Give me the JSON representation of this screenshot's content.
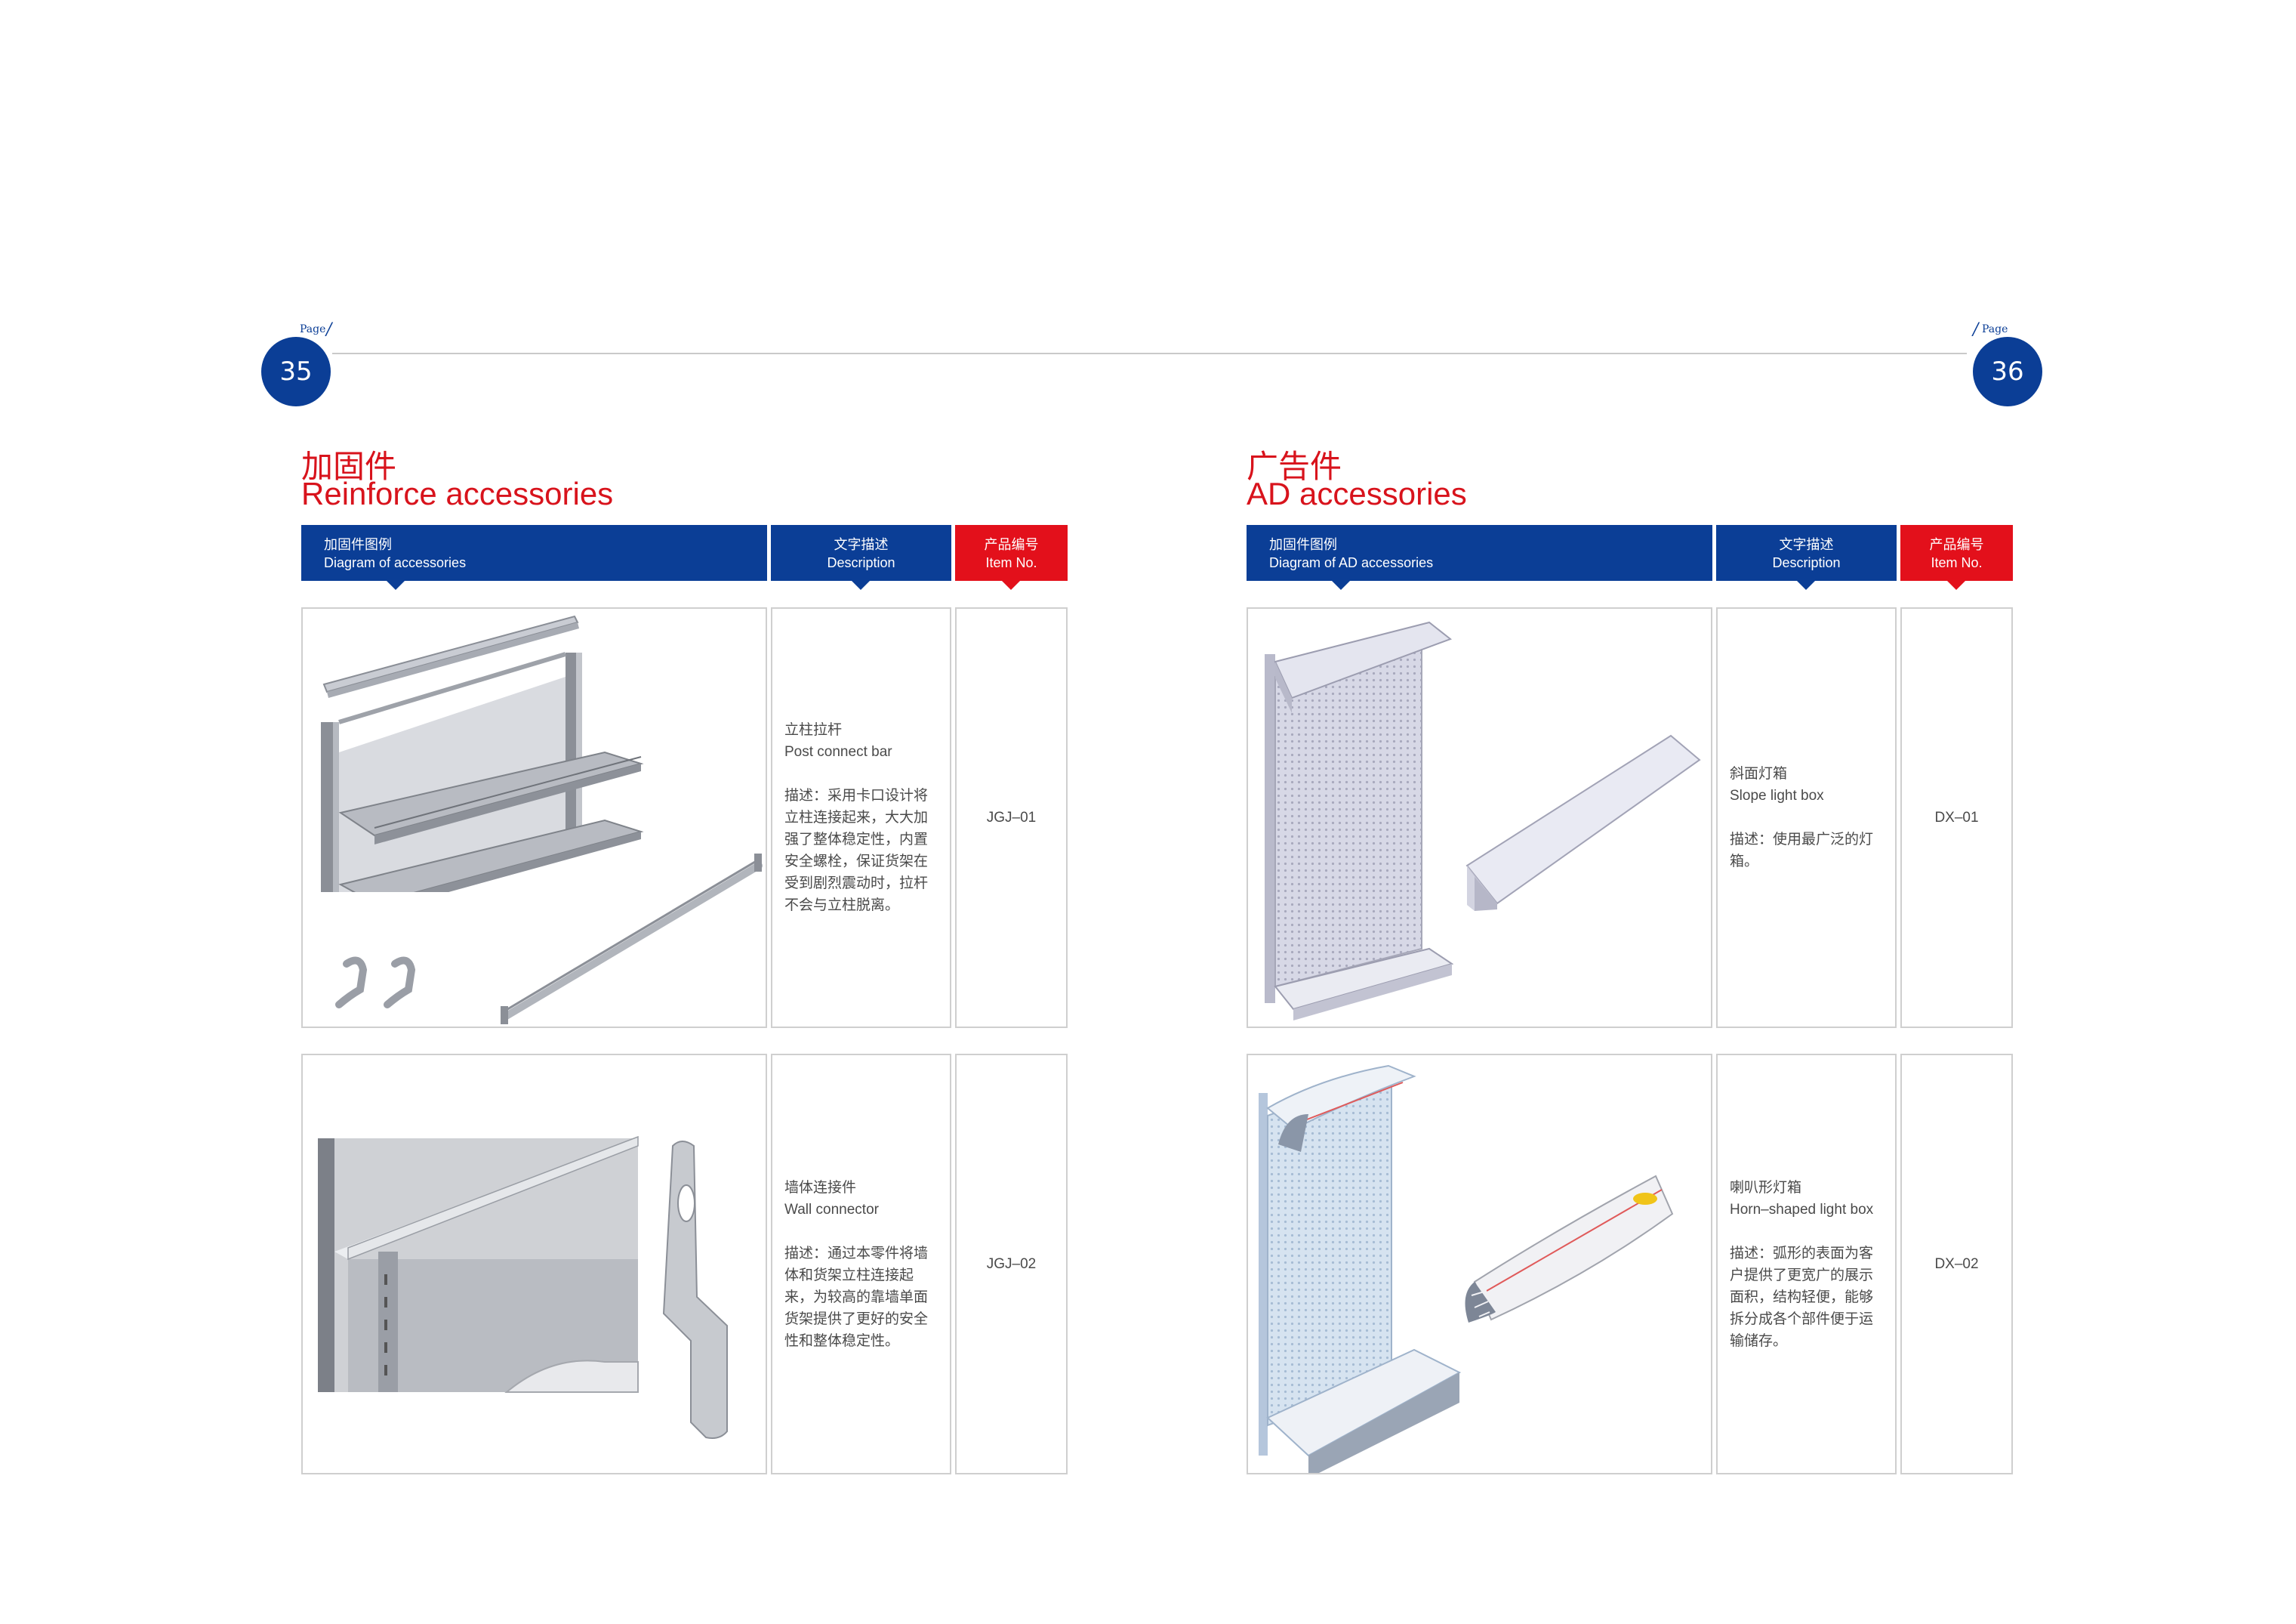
{
  "left_page": {
    "page_label": "Page",
    "page_number": "35",
    "title_cn": "加固件",
    "title_en": "Reinforce accessories",
    "headers": {
      "diagram_cn": "加固件图例",
      "diagram_en": "Diagram of accessories",
      "desc_cn": "文字描述",
      "desc_en": "Description",
      "item_cn": "产品编号",
      "item_en": "Item No."
    },
    "rows": [
      {
        "name_cn": "立柱拉杆",
        "name_en": "Post connect bar",
        "desc_lines": [
          "描述：采用卡口设计将",
          "立柱连接起来，大大加",
          "强了整体稳定性，内置",
          "安全螺栓，保证货架在",
          "受到剧烈震动时，拉杆",
          "不会与立柱脱离。"
        ],
        "item_no": "JGJ–01"
      },
      {
        "name_cn": "墙体连接件",
        "name_en": "Wall connector",
        "desc_lines": [
          "描述：通过本零件将墙",
          "体和货架立柱连接起",
          "来，为较高的靠墙单面",
          "货架提供了更好的安全",
          "性和整体稳定性。"
        ],
        "item_no": "JGJ–02"
      }
    ]
  },
  "right_page": {
    "page_label": "Page",
    "page_number": "36",
    "title_cn": "广告件",
    "title_en": "AD accessories",
    "headers": {
      "diagram_cn": "加固件图例",
      "diagram_en": "Diagram of AD accessories",
      "desc_cn": "文字描述",
      "desc_en": "Description",
      "item_cn": "产品编号",
      "item_en": "Item No."
    },
    "rows": [
      {
        "name_cn": "斜面灯箱",
        "name_en": "Slope light box",
        "desc_lines": [
          "描述：使用最广泛的灯",
          "箱。"
        ],
        "item_no": "DX–01"
      },
      {
        "name_cn": "喇叭形灯箱",
        "name_en": "Horn–shaped light box",
        "desc_lines": [
          "描述：弧形的表面为客",
          "户提供了更宽广的展示",
          "面积，结构轻便，能够",
          "拆分成各个部件便于运",
          "输储存。"
        ],
        "item_no": "DX–02"
      }
    ]
  },
  "colors": {
    "brand_blue": "#0b3e96",
    "accent_red": "#e3101b",
    "title_red": "#d8131c"
  }
}
